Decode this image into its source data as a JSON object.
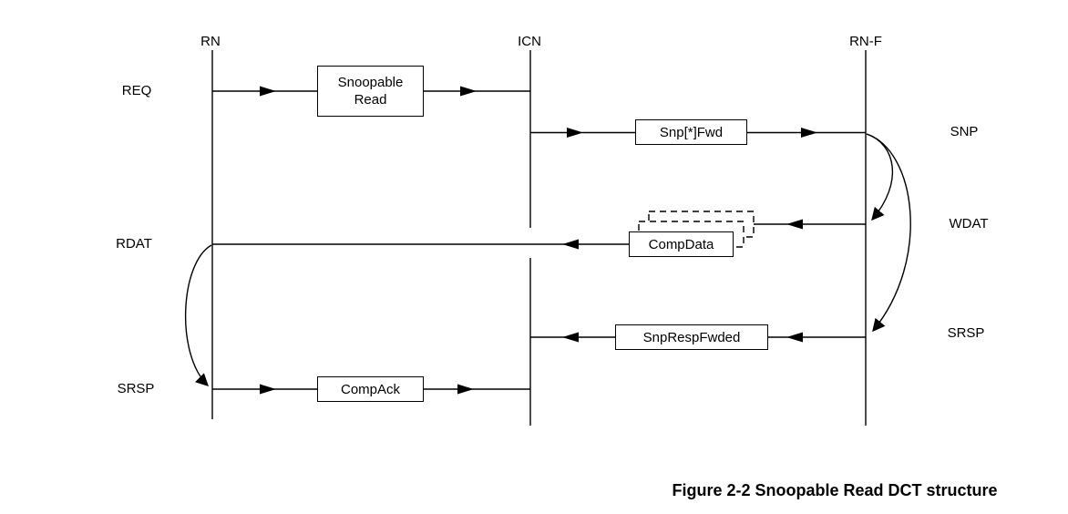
{
  "figure": {
    "caption": "Figure 2-2 Snoopable Read DCT structure"
  },
  "lifelines": [
    {
      "label": "RN"
    },
    {
      "label": "ICN"
    },
    {
      "label": "RN-F"
    }
  ],
  "channels": {
    "left": [
      {
        "label": "REQ"
      },
      {
        "label": "RDAT"
      },
      {
        "label": "SRSP"
      }
    ],
    "right": [
      {
        "label": "SNP"
      },
      {
        "label": "WDAT"
      },
      {
        "label": "SRSP"
      }
    ]
  },
  "messages": [
    {
      "label": "Snoopable Read",
      "lines": [
        "Snoopable",
        "Read"
      ],
      "from": "RN",
      "to": "ICN",
      "channel": "REQ"
    },
    {
      "label": "Snp[*]Fwd",
      "lines": [
        "Snp[*]Fwd"
      ],
      "from": "ICN",
      "to": "RN-F",
      "channel": "SNP"
    },
    {
      "label": "CompData",
      "lines": [
        "CompData"
      ],
      "from": "RN-F",
      "to": "RN",
      "channel": "WDAT/RDAT",
      "multiple": true
    },
    {
      "label": "SnpRespFwded",
      "lines": [
        "SnpRespFwded"
      ],
      "from": "RN-F",
      "to": "ICN",
      "channel": "SRSP"
    },
    {
      "label": "CompAck",
      "lines": [
        "CompAck"
      ],
      "from": "RN",
      "to": "ICN",
      "channel": "SRSP"
    }
  ]
}
